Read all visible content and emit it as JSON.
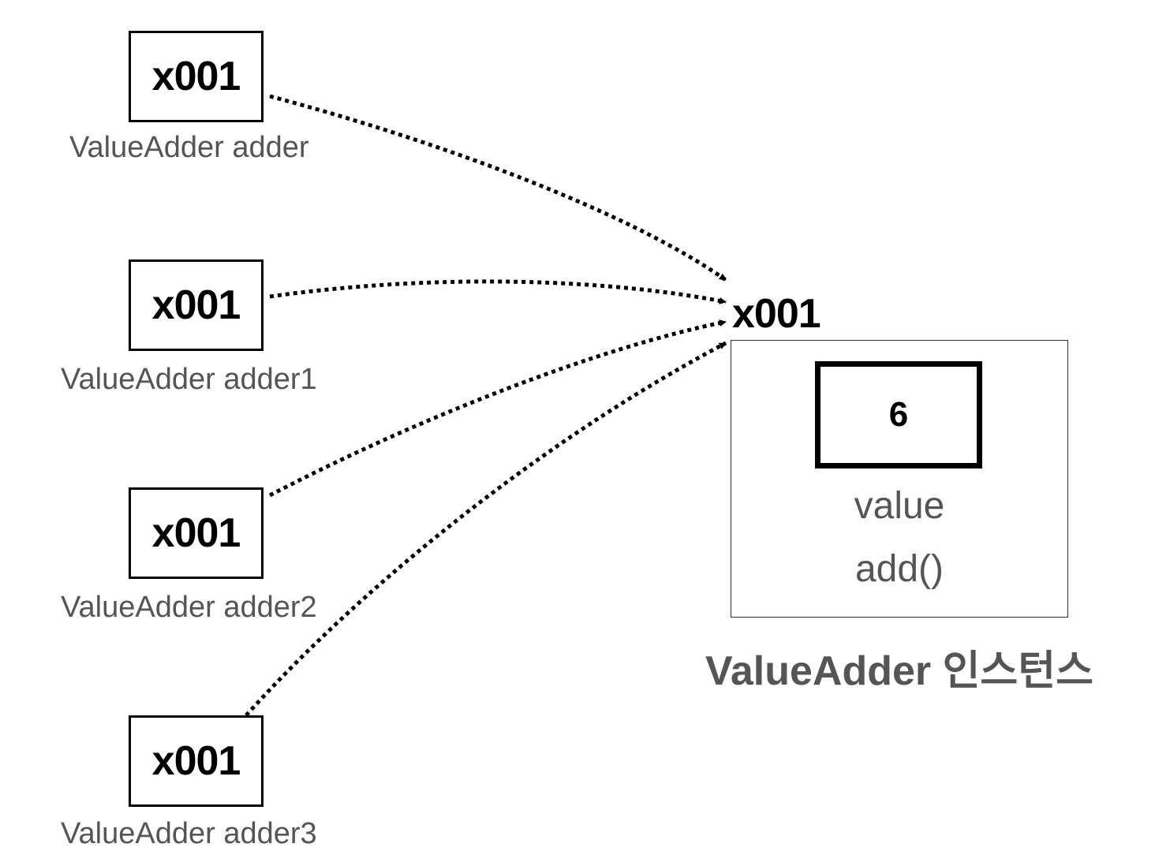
{
  "references": [
    {
      "value": "x001",
      "label": "ValueAdder adder"
    },
    {
      "value": "x001",
      "label": "ValueAdder adder1"
    },
    {
      "value": "x001",
      "label": "ValueAdder adder2"
    },
    {
      "value": "x001",
      "label": "ValueAdder adder3"
    }
  ],
  "instance": {
    "address": "x001",
    "field_value": "6",
    "field_name": "value",
    "method_name": "add()",
    "caption": "ValueAdder 인스턴스"
  }
}
